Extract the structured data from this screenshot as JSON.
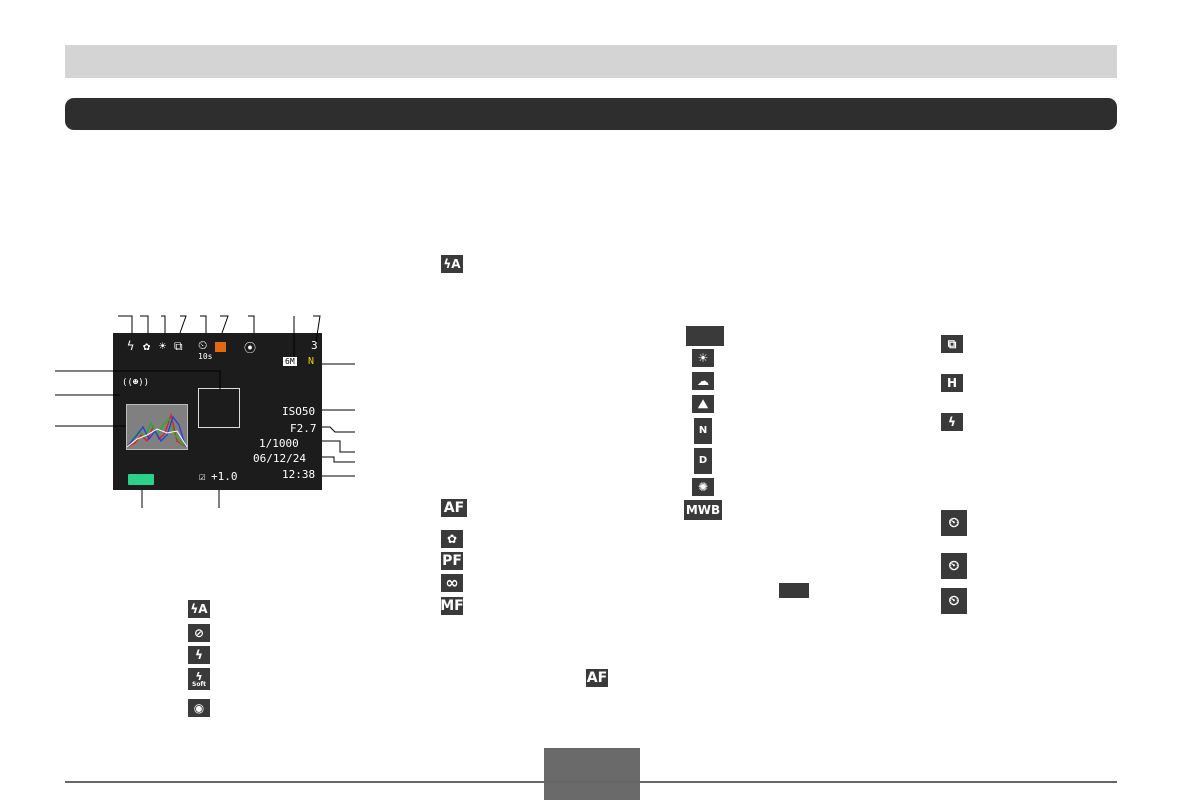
{
  "lcd": {
    "flash_icon": "ϟ",
    "macro_icon": "✿",
    "wb_icon": "☀",
    "drive_icon": "⧉",
    "timer_icon": "⏲",
    "timer_value": "10s",
    "metering_icon": "⦿",
    "resolution": "6M",
    "quality": "N",
    "shots_remaining": "3",
    "iso": "ISO50",
    "aperture": "F2.7",
    "shutter": "1/1000",
    "date": "06/12/24",
    "time": "12:38",
    "ev_value": "+1.0",
    "ev_icon": "☑",
    "shake_icon": "((☻))"
  },
  "flash_icons": {
    "auto": "ϟA",
    "off": "⊘",
    "on": "ϟ",
    "soft": "ϟ",
    "soft_label": "Soft",
    "redeye": "◉",
    "inline_auto": "ϟA"
  },
  "focus_icons": {
    "af": "AF",
    "macro": "✿",
    "pan_focus": "PF",
    "infinity": "∞",
    "manual": "MF",
    "inline_af": "AF"
  },
  "wb_icons": {
    "daylight": "☀",
    "cloudy": "☁",
    "shade": "⛰",
    "fluor_n": "N",
    "fluor_d": "D",
    "tungsten": "✺",
    "manual": "MWB"
  },
  "drive_icons": {
    "continuous": "⧉",
    "high_speed": "H",
    "flash_continuous": "ϟ",
    "timer_1": "⏲",
    "timer_2": "⏲",
    "timer_3": "⏲"
  }
}
